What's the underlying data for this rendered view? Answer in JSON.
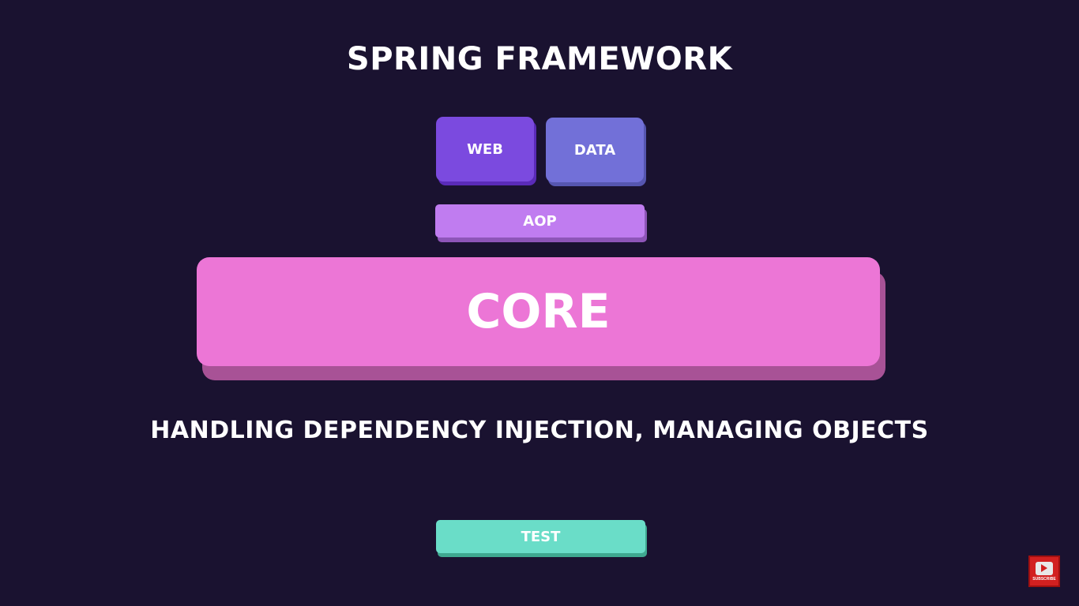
{
  "title": "SPRING FRAMEWORK",
  "modules": {
    "web": {
      "label": "WEB",
      "color": "#7b4adf"
    },
    "data": {
      "label": "DATA",
      "color": "#7270d8"
    },
    "aop": {
      "label": "AOP",
      "color": "#c07cf0"
    },
    "core": {
      "label": "CORE",
      "color": "#ec76d6"
    },
    "test": {
      "label": "TEST",
      "color": "#6addc8"
    }
  },
  "subtitle": "HANDLING DEPENDENCY INJECTION, MANAGING OBJECTS",
  "subscribe": {
    "label": "SUBSCRIBE",
    "icon": "youtube-play-icon",
    "color": "#d22020"
  },
  "background_color": "#1a1230"
}
